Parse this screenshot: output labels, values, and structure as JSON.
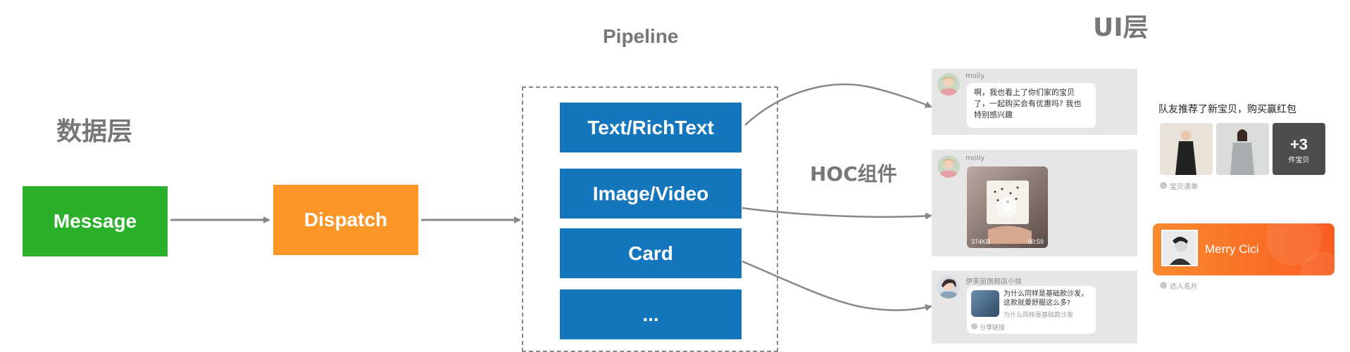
{
  "layers": {
    "data_layer": "数据层",
    "pipeline": "Pipeline",
    "hoc": "HOC组件",
    "ui_layer": "UI层"
  },
  "boxes": {
    "message": "Message",
    "dispatch": "Dispatch",
    "text": "Text/RichText",
    "image": "Image/Video",
    "card": "Card",
    "more": "..."
  },
  "chat1": {
    "sender": "moliy",
    "text": "啊，我也看上了你们家的宝贝了，一起购买会有优惠吗? 我也特别感兴趣"
  },
  "chat2": {
    "sender": "moliy",
    "size": "374KB",
    "duration": "00:59"
  },
  "chat3": {
    "sender": "伊芙丽旗舰店小徐",
    "title": "为什么同样是基础款沙发，这款就要舒服这么多?",
    "subtitle": "为什么同样是基础款沙发",
    "share": "分享链接"
  },
  "recommend": {
    "title": "队友推荐了新宝贝，购买赢红包",
    "count": "+3",
    "count_label": "件宝贝",
    "footer": "宝贝清单"
  },
  "talent": {
    "name": "Merry Cici",
    "footer": "达人名片"
  },
  "colors": {
    "green": "#2ab02a",
    "orange": "#fb9627",
    "blue": "#1476bd",
    "arrow": "#888888",
    "talent_gradient_start": "#f98a2f",
    "talent_gradient_end": "#f95d21"
  }
}
